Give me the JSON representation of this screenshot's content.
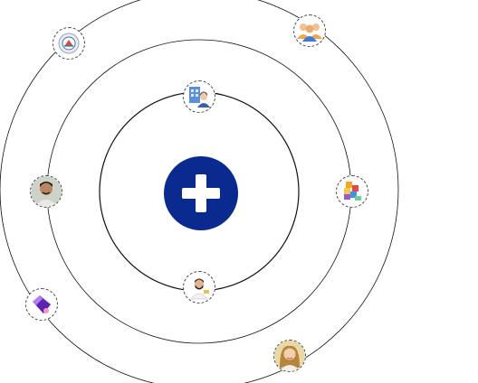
{
  "hub": {
    "icon": "plus-icon",
    "color": "#0b2a8f"
  },
  "orbit_color": "#111111",
  "nodes": [
    {
      "name": "node-avatar-office-woman",
      "icon": "office-woman-avatar-icon",
      "ring": "inner"
    },
    {
      "name": "node-avatar-bearded-man",
      "icon": "bearded-man-avatar-icon",
      "ring": "inner"
    },
    {
      "name": "node-avatar-man-portrait",
      "icon": "man-portrait-avatar-icon",
      "ring": "middle"
    },
    {
      "name": "node-blocks",
      "icon": "colored-blocks-icon",
      "ring": "middle"
    },
    {
      "name": "node-logo-emblem",
      "icon": "emblem-logo-icon",
      "ring": "outer"
    },
    {
      "name": "node-team",
      "icon": "team-users-icon",
      "ring": "outer"
    },
    {
      "name": "node-gem",
      "icon": "purple-gem-icon",
      "ring": "outer"
    },
    {
      "name": "node-avatar-woman-portrait",
      "icon": "woman-portrait-avatar-icon",
      "ring": "outer"
    }
  ]
}
